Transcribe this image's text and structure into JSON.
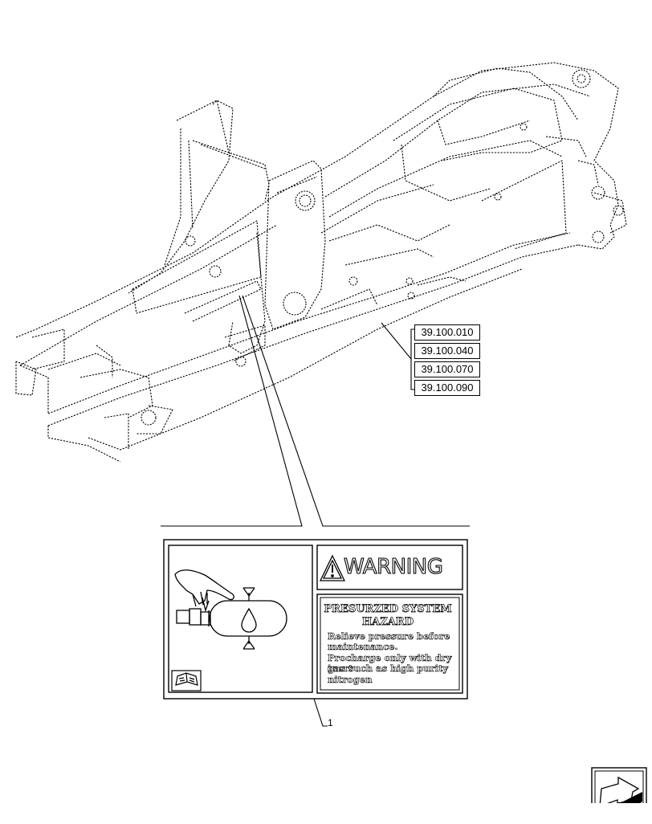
{
  "references": [
    "39.100.010",
    "39.100.040",
    "39.100.070",
    "39.100.090"
  ],
  "callout": "1",
  "decal": {
    "warning_title": "WARNING",
    "hazard_heading_1": "PRESURZED SYSTEM",
    "hazard_heading_2": "HAZARD",
    "hazard_lines": [
      "Relieve pressure before",
      "maintenance.",
      "Procharge only with dry inert",
      "gas such as high purity",
      "nitrogen"
    ]
  },
  "icons": {
    "warning": "warning-triangle-icon",
    "manual": "operator-manual-icon",
    "nav": "previous-page-arrow-icon"
  }
}
